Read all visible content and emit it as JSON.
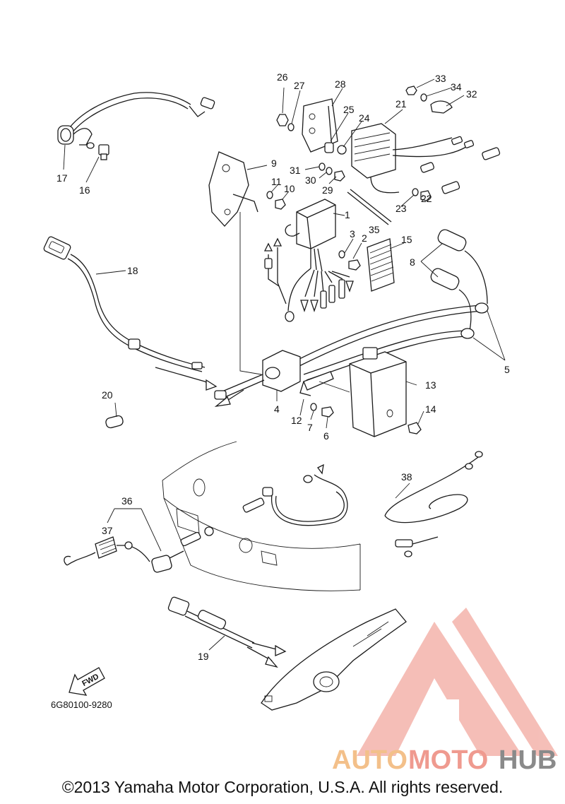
{
  "diagram": {
    "part_numbers": [
      "1",
      "2",
      "3",
      "4",
      "5",
      "6",
      "7",
      "8",
      "9",
      "10",
      "11",
      "12",
      "13",
      "14",
      "15",
      "16",
      "17",
      "18",
      "19",
      "20",
      "21",
      "22",
      "23",
      "24",
      "25",
      "26",
      "27",
      "28",
      "29",
      "30",
      "31",
      "32",
      "33",
      "34",
      "35",
      "36",
      "37",
      "38"
    ],
    "catalog_code": "6G80100-9280",
    "fwd_label": "FWD"
  },
  "watermark": {
    "brand_part1": "AUTO",
    "brand_part2": "MOTO",
    "brand_part3": "HUB",
    "colors": {
      "auto": "#f3c08a",
      "moto": "#ef9a8f",
      "hub": "#8a8a8a",
      "logo": "#f2a9a0"
    }
  },
  "footer": {
    "copyright": "©2013 Yamaha Motor Corporation, U.S.A. All rights reserved."
  }
}
